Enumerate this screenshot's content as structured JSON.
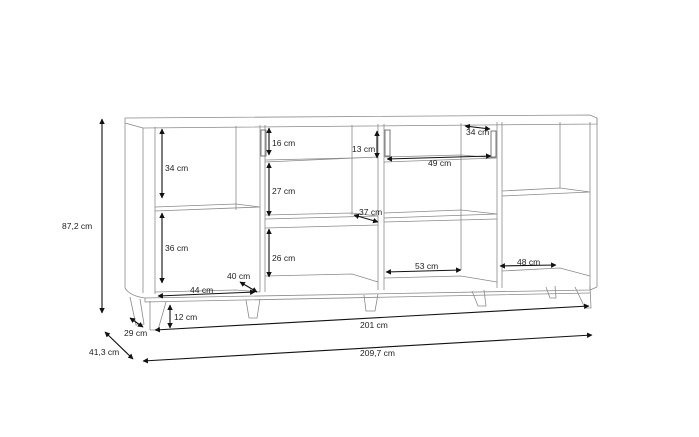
{
  "drawing": {
    "subject": "sideboard-dimension-drawing",
    "colors": {
      "outline": "#8a8a8a",
      "dimension": "#111111",
      "background": "#ffffff"
    },
    "labels": {
      "total_height": "87,2 cm",
      "left_upper_height": "34 cm",
      "left_lower_height": "36 cm",
      "left_width": "44 cm",
      "left_depth": "40 cm",
      "leg_height": "12 cm",
      "leg_depth": "29 cm",
      "total_depth": "41,3 cm",
      "body_width": "201 cm",
      "total_width": "209,7 cm",
      "drawer_height": "16 cm",
      "drawer_inner_height": "13 cm",
      "middle_height": "27 cm",
      "bottom_height": "26 cm",
      "inner_depth": "37 cm",
      "drawer2_depth": "34 cm",
      "drawer2_width": "49 cm",
      "center_bottom_width": "53 cm",
      "right_bottom_width": "48 cm"
    }
  }
}
